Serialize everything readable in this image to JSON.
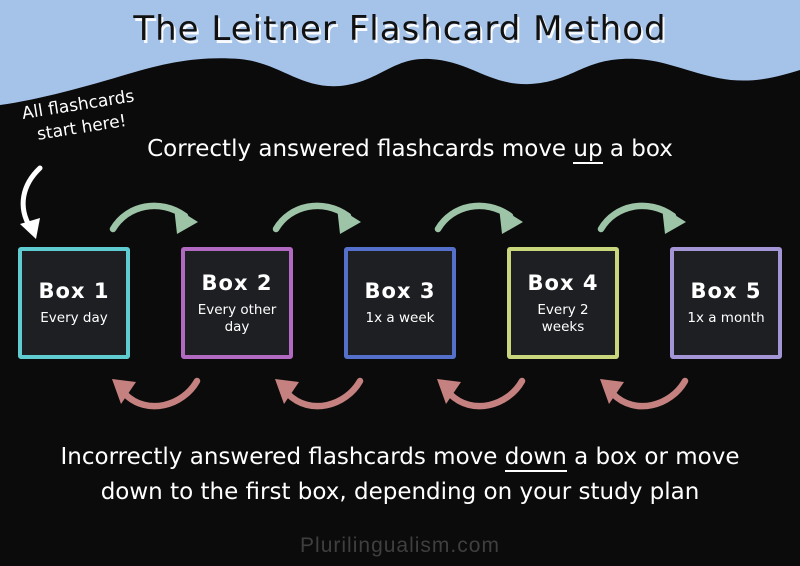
{
  "title": "The Leitner Flashcard Method",
  "annotation": {
    "line1": "All flashcards",
    "line2": "start here!"
  },
  "up_rule": {
    "pre": "Correctly answered flashcards move ",
    "word": "up",
    "post": " a box"
  },
  "down_rule": {
    "pre": "Incorrectly answered flashcards move ",
    "word": "down",
    "post": " a box or move",
    "line2": "down to the first box, depending on your study plan"
  },
  "boxes": [
    {
      "title": "Box 1",
      "subtitle": "Every day",
      "border_color": "#5fccd1"
    },
    {
      "title": "Box 2",
      "subtitle": "Every other day",
      "border_color": "#b169c2"
    },
    {
      "title": "Box 3",
      "subtitle": "1x a week",
      "border_color": "#5570cb"
    },
    {
      "title": "Box 4",
      "subtitle": "Every 2 weeks",
      "border_color": "#c9d67c"
    },
    {
      "title": "Box 5",
      "subtitle": "1x a month",
      "border_color": "#a495d6"
    }
  ],
  "footer": {
    "site": "Plurilingualism.com"
  },
  "colors": {
    "background": "#0b0b0b",
    "header_bg": "#a5c3e9",
    "box_fill": "#1d1f22",
    "up_arrow": "#9dc4a7",
    "down_arrow": "#c4817f",
    "annotation_arrow": "#ffffff",
    "footer_text": "#3f3f3f"
  },
  "icons": {
    "start_arrow": "curved-arrow-down",
    "up_arrow": "curved-arrow-right",
    "down_arrow": "curved-arrow-left"
  }
}
